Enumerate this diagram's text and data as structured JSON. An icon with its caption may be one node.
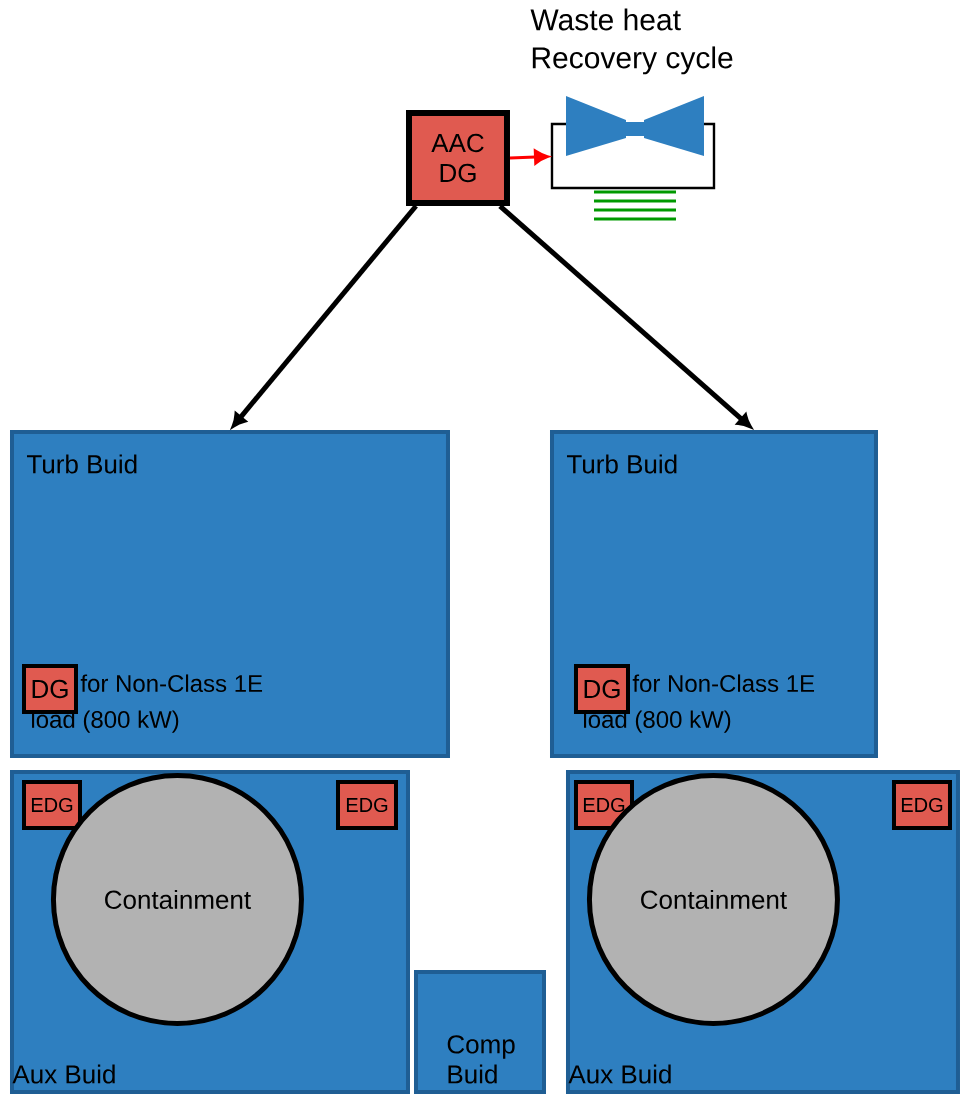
{
  "diagram": {
    "nodes": [
      {
        "text": [
          "AAC DG"
        ]
      },
      {
        "text": [
          "Waste heat Recovery cycle"
        ]
      },
      {
        "text": [
          "Turb Buid"
        ]
      },
      {
        "text": [
          "DG"
        ],
        "in": 2,
        "beside": [
          "for Non-Class 1E load (800 kW)"
        ]
      },
      {
        "text": [
          "Turb Buid"
        ]
      },
      {
        "text": [
          "DG"
        ],
        "in": 4,
        "beside": [
          "for Non-Class 1E load (800 kW)"
        ]
      },
      {
        "text": [
          "Aux Buid"
        ]
      },
      {
        "text": [
          "EDG"
        ],
        "in": 6
      },
      {
        "text": [
          "EDG"
        ],
        "in": 6
      },
      {
        "text": [
          "Containment"
        ],
        "in": 6
      },
      {
        "text": [
          "Comp Buid"
        ]
      },
      {
        "text": [
          "Aux Buid"
        ]
      },
      {
        "text": [
          "EDG"
        ],
        "in": 11
      },
      {
        "text": [
          "EDG"
        ],
        "in": 11
      },
      {
        "text": [
          "Containment"
        ],
        "in": 11
      }
    ],
    "edges": [
      {
        "from": 0,
        "to": 1,
        "arrow": "to",
        "color": "#ff0000"
      },
      {
        "from": 0,
        "to": 2,
        "arrow": "to"
      },
      {
        "from": 0,
        "to": 4,
        "arrow": "to"
      }
    ]
  }
}
